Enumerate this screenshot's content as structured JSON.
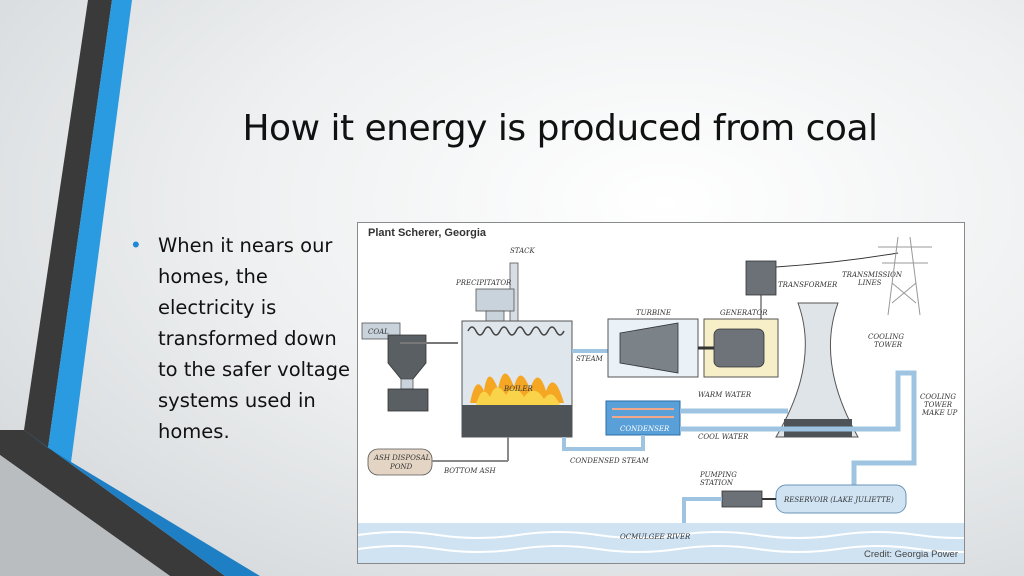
{
  "slide": {
    "title": "How it energy is produced from coal",
    "bullet": "When it nears our homes, the electricity is transformed down to the safer voltage systems used in homes."
  },
  "diagram": {
    "title": "Plant Scherer, Georgia",
    "credit": "Credit: Georgia Power",
    "labels": {
      "stack": "STACK",
      "precipitator": "PRECIPITATOR",
      "coal": "COAL",
      "boiler": "BOILER",
      "turbine": "TURBINE",
      "generator": "GENERATOR",
      "transformer": "TRANSFORMER",
      "transmission_1": "TRANSMISSION",
      "transmission_2": "LINES",
      "cooling_tower_1": "COOLING",
      "cooling_tower_2": "TOWER",
      "make_up_1": "COOLING",
      "make_up_2": "TOWER",
      "make_up_3": "MAKE UP",
      "steam": "STEAM",
      "warm_water": "WARM WATER",
      "condenser": "CONDENSER",
      "cool_water": "COOL WATER",
      "condensed_steam": "CONDENSED STEAM",
      "ash_pond_1": "ASH DISPOSAL",
      "ash_pond_2": "POND",
      "bottom_ash": "BOTTOM ASH",
      "pumping_1": "PUMPING",
      "pumping_2": "STATION",
      "reservoir": "RESERVOIR (LAKE JULIETTE)",
      "river": "OCMULGEE RIVER"
    }
  },
  "colors": {
    "accent_blue": "#2a9be0",
    "stripe_dark": "#3d3d3d",
    "pipe_blue": "#9fc4e2",
    "flame": "#f5a623"
  }
}
